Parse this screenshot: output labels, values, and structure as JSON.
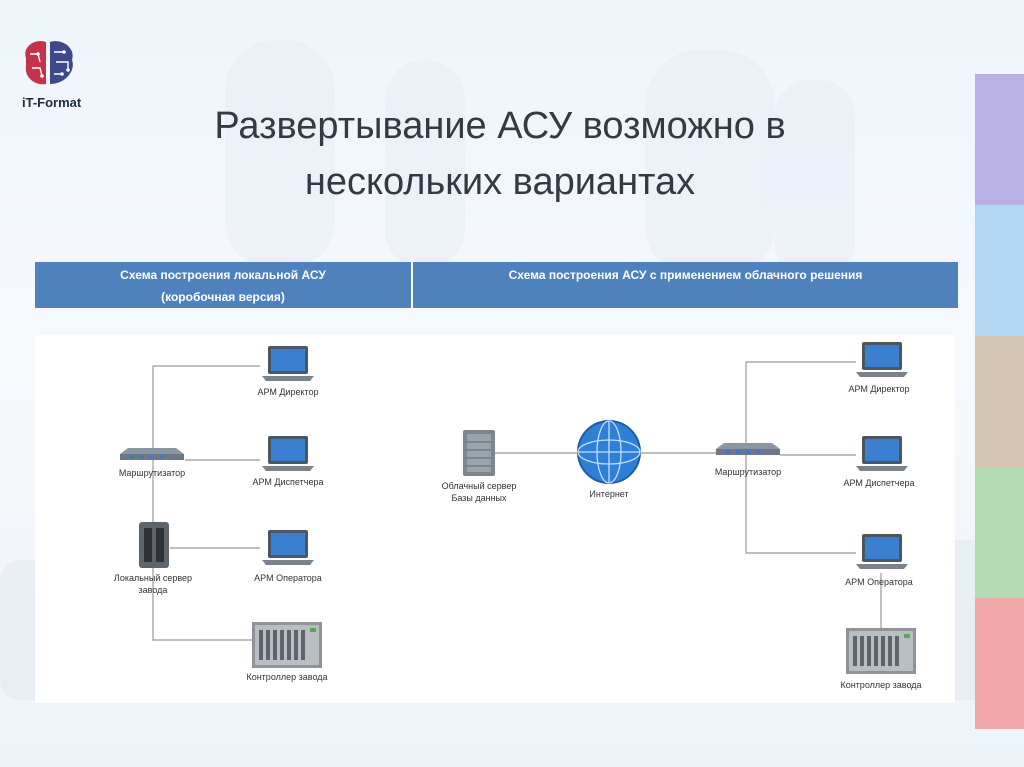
{
  "logo": {
    "text": "iT-Format"
  },
  "title": {
    "line1": "Развертывание АСУ возможно в",
    "line2": "нескольких вариантах"
  },
  "table": {
    "col1_line1": "Схема построения локальной АСУ",
    "col1_line2": "(коробочная версия)",
    "col2": "Схема построения АСУ с применением облачного решения"
  },
  "local": {
    "router": "Маршрутизатор",
    "server_line1": "Локальный сервер",
    "server_line2": "завода",
    "pc_director": "АРМ Директор",
    "pc_dispatcher": "АРМ Диспетчера",
    "pc_operator": "АРМ Оператора",
    "controller": "Контроллер завода"
  },
  "cloud": {
    "server_line1": "Облачный сервер",
    "server_line2": "Базы данных",
    "internet": "Интернет",
    "router": "Маршрутизатор",
    "pc_director": "АРМ Директор",
    "pc_dispatcher": "АРМ Диспетчера",
    "pc_operator": "АРМ Оператора",
    "controller": "Контроллер завода"
  },
  "colors": {
    "header": "#4f81bd",
    "sidebar": [
      "#b9b0e6",
      "#b3d6f2",
      "#d6c4b5",
      "#b4dcb4",
      "#f1a7a7"
    ]
  }
}
